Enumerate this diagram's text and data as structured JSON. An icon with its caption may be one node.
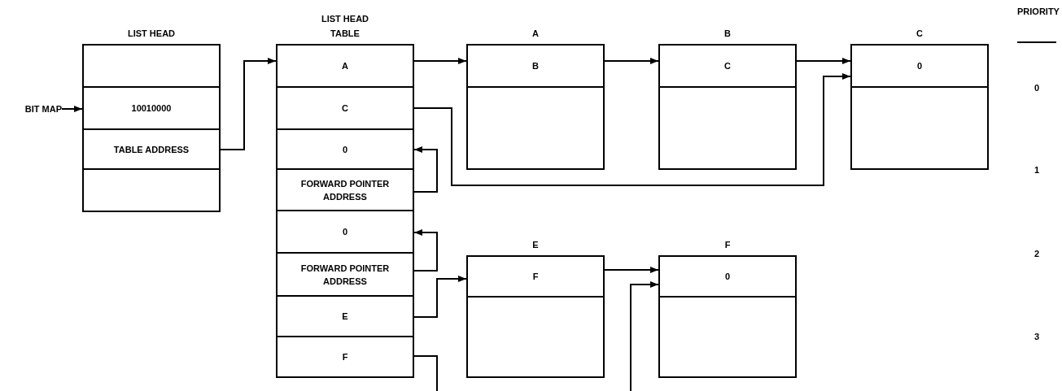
{
  "diagram": {
    "nodes": [
      {
        "text": [
          "BIT MAP"
        ]
      },
      {
        "text": [
          "LIST HEAD"
        ]
      },
      {
        "text": [
          "10010000"
        ],
        "in": 1
      },
      {
        "text": [
          "TABLE ADDRESS"
        ],
        "in": 1
      },
      {
        "text": [
          "LIST HEAD TABLE"
        ]
      },
      {
        "text": [
          "A"
        ],
        "in": 4
      },
      {
        "text": [
          "C"
        ],
        "in": 4
      },
      {
        "text": [
          "0"
        ],
        "in": 4
      },
      {
        "text": [
          "FORWARD POINTER ADDRESS"
        ],
        "in": 4
      },
      {
        "text": [
          "0"
        ],
        "in": 4
      },
      {
        "text": [
          "FORWARD POINTER ADDRESS"
        ],
        "in": 4
      },
      {
        "text": [
          "E"
        ],
        "in": 4
      },
      {
        "text": [
          "F"
        ],
        "in": 4
      },
      {
        "text": [
          "A"
        ]
      },
      {
        "text": [
          "B"
        ],
        "in": 13
      },
      {
        "text": [
          "B"
        ]
      },
      {
        "text": [
          "C"
        ],
        "in": 15
      },
      {
        "text": [
          "C"
        ]
      },
      {
        "text": [
          "0"
        ],
        "in": 17
      },
      {
        "text": [
          "E"
        ]
      },
      {
        "text": [
          "F"
        ],
        "in": 19
      },
      {
        "text": [
          "F"
        ]
      },
      {
        "text": [
          "0"
        ],
        "in": 21
      }
    ],
    "edges": [
      {
        "from": 0,
        "to": 2,
        "arrow": "to"
      },
      {
        "from": 3,
        "to": 5,
        "arrow": "to"
      },
      {
        "from": 5,
        "to": 13,
        "arrow": "to"
      },
      {
        "from": 6,
        "to": 17,
        "arrow": "to"
      },
      {
        "from": 8,
        "to": 7,
        "arrow": "to"
      },
      {
        "from": 10,
        "to": 9,
        "arrow": "to"
      },
      {
        "from": 11,
        "to": 19,
        "arrow": "to"
      },
      {
        "from": 12,
        "to": null,
        "arrow": "none"
      },
      {
        "from": 14,
        "to": 15,
        "arrow": "to"
      },
      {
        "from": 16,
        "to": 17,
        "arrow": "to"
      },
      {
        "from": 20,
        "to": 21,
        "arrow": "to"
      },
      {
        "from": null,
        "to": 21,
        "arrow": "to"
      }
    ],
    "labels": [
      "PRIORITY",
      "0",
      "1",
      "2",
      "3"
    ]
  }
}
